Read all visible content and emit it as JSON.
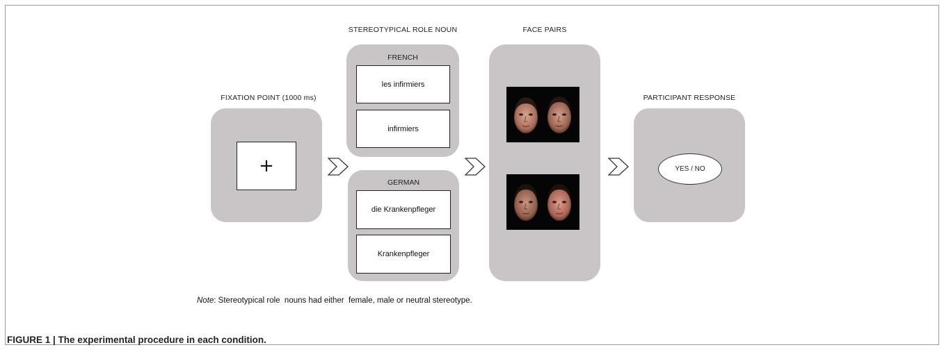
{
  "stages": {
    "fixation": {
      "label": "FIXATION POINT (1000 ms)",
      "symbol": "+"
    },
    "role_noun": {
      "label": "STEREOTYPICAL ROLE NOUN",
      "french": {
        "title": "FRENCH",
        "items": [
          "les infirmiers",
          "infirmiers"
        ]
      },
      "german": {
        "title": "GERMAN",
        "items": [
          "die Krankenpfleger",
          "Krankenpfleger"
        ]
      }
    },
    "face_pairs": {
      "label": "FACE PAIRS"
    },
    "response": {
      "label": "PARTICIPANT RESPONSE",
      "option": "YES / NO"
    }
  },
  "note": {
    "prefix": "Note",
    "text": ": Stereotypical role  nouns had either  female, male or neutral stereotype."
  },
  "caption": "FIGURE 1 | The experimental procedure in each condition."
}
